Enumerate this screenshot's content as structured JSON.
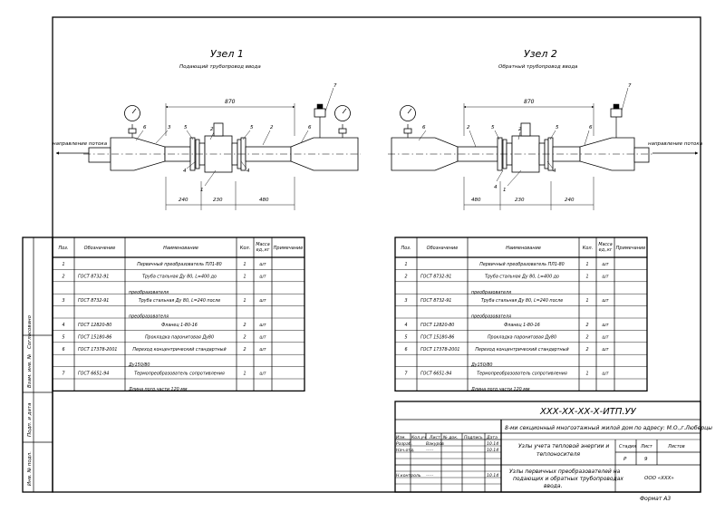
{
  "nodes": [
    {
      "title": "Узел 1",
      "subtitle": "Подающий трубопровод ввода",
      "dim_total": "870",
      "dims": [
        "240",
        "230",
        "480"
      ],
      "flow": "направление потока"
    },
    {
      "title": "Узел 2",
      "subtitle": "Обратный трубопровод ввода",
      "dim_total": "870",
      "dims": [
        "480",
        "230",
        "240"
      ],
      "flow": "направление потока"
    }
  ],
  "callouts": {
    "n1": [
      "6",
      "3",
      "5",
      "4",
      "2",
      "5",
      "2",
      "4",
      "6",
      "1"
    ],
    "n2": [
      "6",
      "2",
      "5",
      "4",
      "2",
      "5",
      "6",
      "4",
      "7",
      "1"
    ]
  },
  "spec_headers": [
    "Поз.",
    "Обозначение",
    "Наименование",
    "Кол.",
    "Масса ед.,кг",
    "Примечание"
  ],
  "spec_rows": [
    [
      "1",
      "",
      "Первичный преобразователь ПЛ1-80",
      "1",
      "шт"
    ],
    [
      "2",
      "ГОСТ 8732-91",
      "Труба стальная Ду 80, L=400 до",
      "1",
      "шт"
    ],
    [
      "",
      "",
      "преобразователя",
      "",
      ""
    ],
    [
      "3",
      "ГОСТ 8732-91",
      "Труба стальная Ду 80, L=240 после",
      "1",
      "шт"
    ],
    [
      "",
      "",
      "преобразователя",
      "",
      ""
    ],
    [
      "4",
      "ГОСТ 12820-80",
      "Фланец 1-80-16",
      "2",
      "шт"
    ],
    [
      "5",
      "ГОСТ 15180-86",
      "Прокладка паронитовая Ду80",
      "2",
      "шт"
    ],
    [
      "6",
      "ГОСТ 17378-2001",
      "Переход концентрический стандартный",
      "2",
      "шт"
    ],
    [
      "",
      "",
      "Ду150/80",
      "",
      ""
    ],
    [
      "7",
      "ГОСТ 6651-94",
      "Термопреобразователь сопротивления",
      "1",
      "шт"
    ],
    [
      "",
      "",
      "Длина погр.части 120 мм",
      "",
      ""
    ]
  ],
  "side_stamp": [
    "Согласовано",
    "Взам. инв. №",
    "Подп. и дата",
    "Инв. № подл."
  ],
  "title_block": {
    "code": "ХХХ-ХХ-ХХ-Х-ИТП.УУ",
    "project": "8-ми секционный многоэтажный жилой дом по адресу: М.О.,г.Люберцы",
    "head": [
      "Изм.",
      "Кол.уч",
      "Лист",
      "№ док.",
      "Подпись",
      "Дата"
    ],
    "developer_label": "Разраб.",
    "developer": "Вакуров",
    "developer_date": "10.14",
    "checker_label": "Нач.отд.",
    "checker": "-----",
    "checker_date": "10.14",
    "norm_label": "Н.контроль",
    "norm": "-----",
    "norm_date": "10.14",
    "system": "Узлы учета тепловой энергии и теплоносителя",
    "stage_label": "Стадия",
    "sheet_label": "Лист",
    "sheets_label": "Листов",
    "stage": "Р",
    "sheet": "9",
    "drawing": "Узлы первичных преобразователей на подающих и обратных трубопроводах ввода.",
    "org": "ООО «ХХХ»"
  },
  "format": "Формат А3"
}
